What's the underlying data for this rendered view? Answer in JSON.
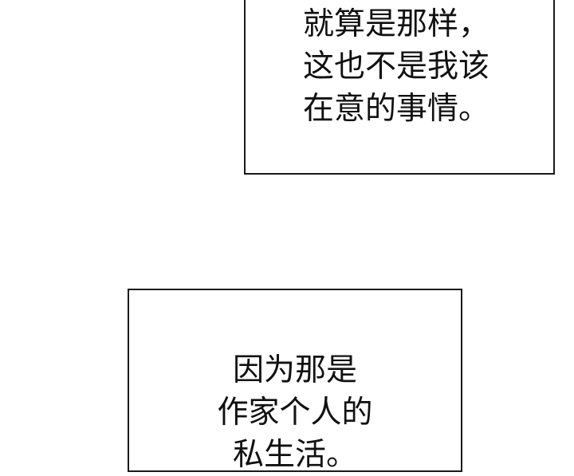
{
  "panels": {
    "top": {
      "lines": [
        "就算是那样，",
        "这也不是我该",
        "在意的事情。"
      ]
    },
    "bottom": {
      "lines": [
        "因为那是",
        "作家个人的",
        "私生活。"
      ]
    }
  },
  "colors": {
    "background": "#ffffff",
    "border": "#1a1a1a",
    "text": "#111111"
  }
}
